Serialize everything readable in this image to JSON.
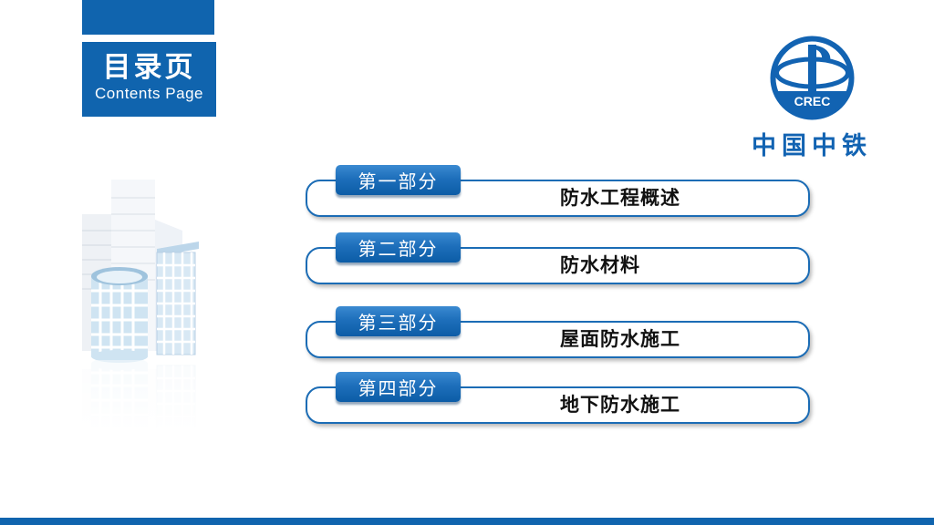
{
  "header": {
    "title_cn": "目录页",
    "title_en": "Contents Page"
  },
  "logo": {
    "company": "中国中铁",
    "emblem_text": "CREC"
  },
  "toc": {
    "items": [
      {
        "part": "第一部分",
        "title": "防水工程概述"
      },
      {
        "part": "第二部分",
        "title": "防水材料"
      },
      {
        "part": "第三部分",
        "title": "屋面防水施工"
      },
      {
        "part": "第四部分",
        "title": "地下防水施工"
      }
    ]
  },
  "colors": {
    "primary_blue": "#1064ae",
    "border_blue": "#1b6cb5",
    "logo_blue": "#1263b2"
  }
}
